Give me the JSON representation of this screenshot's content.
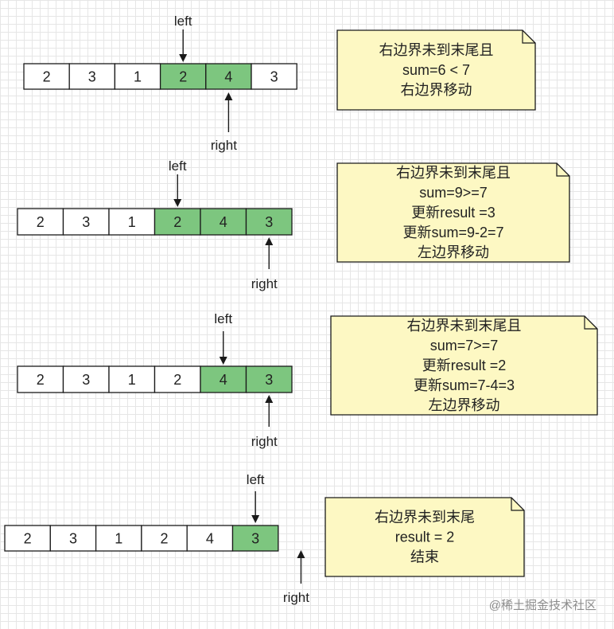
{
  "colors": {
    "highlight": "#7dc67f",
    "cell_fill": "#ffffff",
    "cell_stroke": "#1a1a1a",
    "note_fill": "#fdf8c3",
    "note_stroke": "#1a1a1a",
    "arrow": "#1a1a1a"
  },
  "steps": [
    {
      "values": [
        "2",
        "3",
        "1",
        "2",
        "4",
        "3"
      ],
      "highlight": [
        3,
        4
      ],
      "left_index": 3,
      "right_index": 4,
      "left_label": "left",
      "right_label": "right",
      "note": [
        "右边界未到末尾且",
        "sum=6 < 7",
        "右边界移动"
      ]
    },
    {
      "values": [
        "2",
        "3",
        "1",
        "2",
        "4",
        "3"
      ],
      "highlight": [
        3,
        4,
        5
      ],
      "left_index": 3,
      "right_index": 5,
      "left_label": "left",
      "right_label": "right",
      "note": [
        "右边界未到末尾且",
        "sum=9>=7",
        "更新result =3",
        "更新sum=9-2=7",
        "左边界移动"
      ]
    },
    {
      "values": [
        "2",
        "3",
        "1",
        "2",
        "4",
        "3"
      ],
      "highlight": [
        4,
        5
      ],
      "left_index": 4,
      "right_index": 5,
      "left_label": "left",
      "right_label": "right",
      "note": [
        "右边界未到末尾且",
        "sum=7>=7",
        "更新result =2",
        "更新sum=7-4=3",
        "左边界移动"
      ]
    },
    {
      "values": [
        "2",
        "3",
        "1",
        "2",
        "4",
        "3"
      ],
      "highlight": [
        5
      ],
      "left_index": 5,
      "right_index": 6,
      "left_label": "left",
      "right_label": "right",
      "note": [
        "右边界未到末尾",
        "result = 2",
        "结束"
      ]
    }
  ],
  "watermark": "@稀土掘金技术社区"
}
